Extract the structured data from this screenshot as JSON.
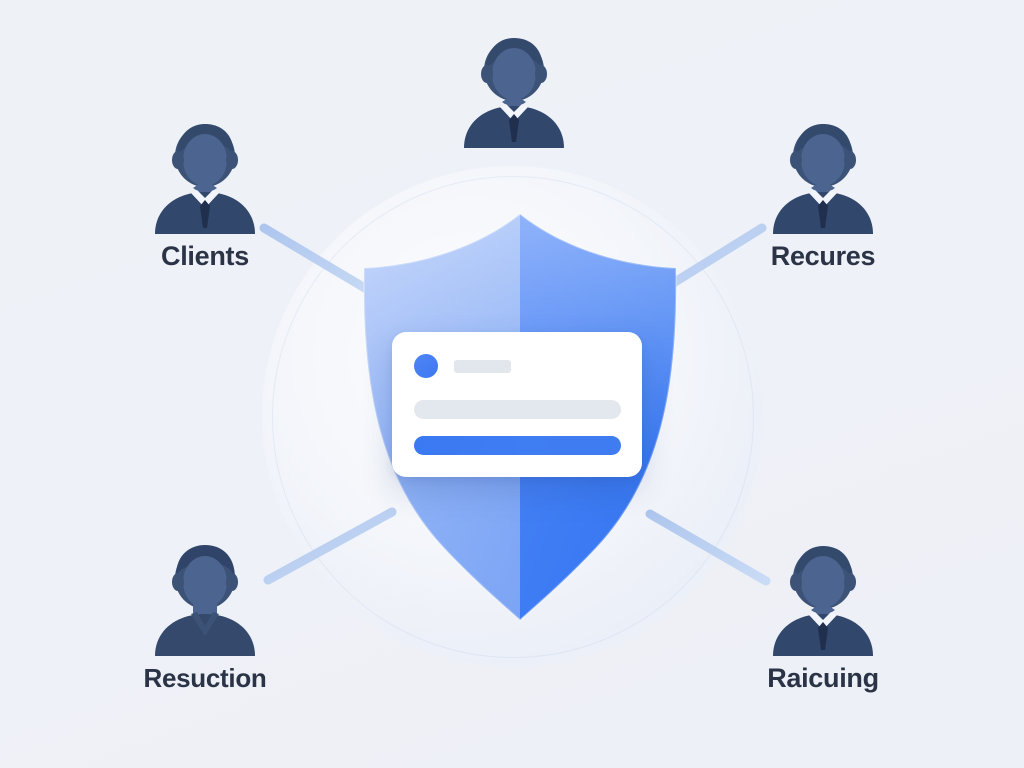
{
  "scene": {
    "background_color": "#eef1f6",
    "accent_color": "#3f7df3",
    "shield_light_color": "#8fb2f8",
    "shield_dark_color": "#3a79f2",
    "label_color": "#2b3446",
    "line_color": "#b9cdf0",
    "title": "Security Shield Network Illustration"
  },
  "shield": {
    "name": "protection-shield",
    "halves": [
      "light",
      "dark"
    ]
  },
  "card": {
    "avatar_color": "#4f86f7",
    "title_placeholder": "",
    "field_placeholder": "",
    "button_placeholder": ""
  },
  "nodes": [
    {
      "id": "top",
      "label": "",
      "avatar": "person-suit-icon",
      "style": "suit"
    },
    {
      "id": "left",
      "label": "Clients",
      "avatar": "person-suit-icon",
      "style": "suit"
    },
    {
      "id": "right",
      "label": "Recures",
      "avatar": "person-suit-icon",
      "style": "suit"
    },
    {
      "id": "bleft",
      "label": "Resuction",
      "avatar": "person-casual-icon",
      "style": "casual"
    },
    {
      "id": "bright",
      "label": "Raicuing",
      "avatar": "person-suit-icon",
      "style": "suit"
    }
  ],
  "connectors": [
    {
      "from": "top",
      "to": "shield",
      "orientation": "vertical"
    },
    {
      "from": "left",
      "to": "shield",
      "orientation": "diagonal-down-right"
    },
    {
      "from": "right",
      "to": "shield",
      "orientation": "diagonal-down-left"
    },
    {
      "from": "bleft",
      "to": "shield",
      "orientation": "diagonal-up-right"
    },
    {
      "from": "bright",
      "to": "shield",
      "orientation": "diagonal-up-left"
    }
  ]
}
